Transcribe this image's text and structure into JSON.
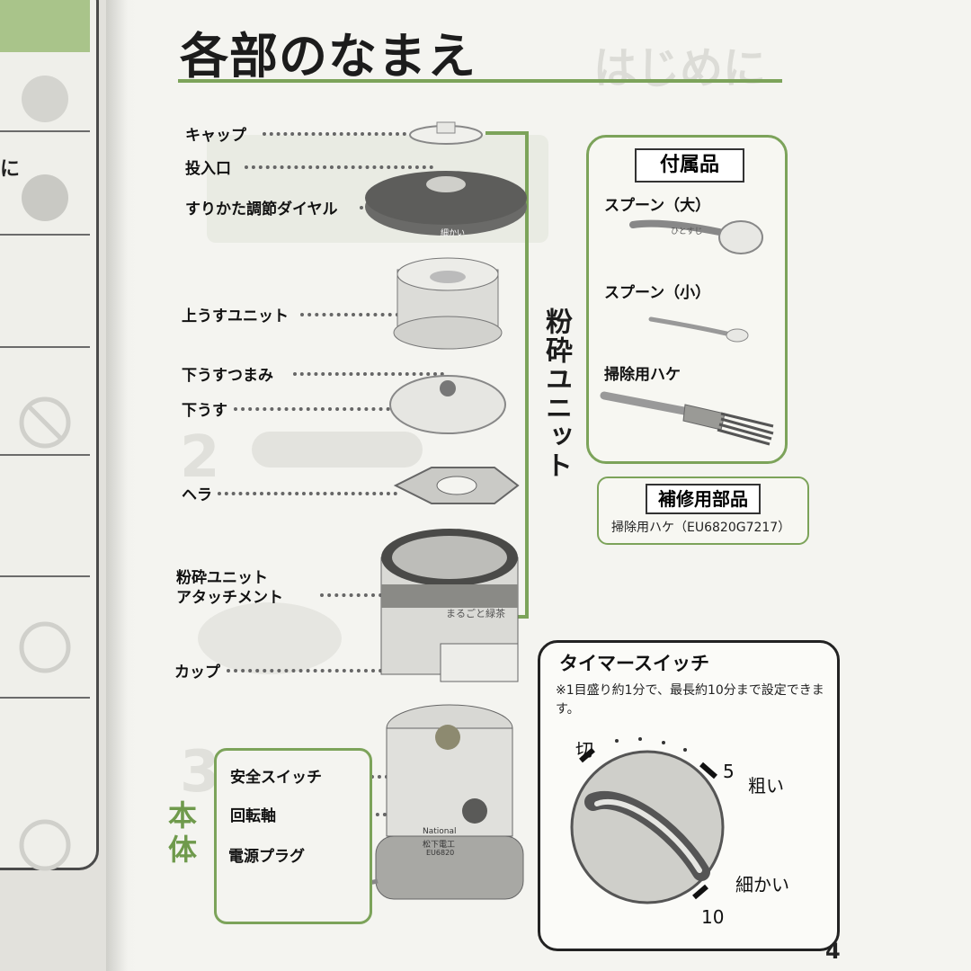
{
  "page": {
    "title": "各部のなまえ",
    "section_header": "はじめに",
    "page_number": "4"
  },
  "parts": {
    "cap": "キャップ",
    "inlet": "投入口",
    "grind_dial": "すりかた調節ダイヤル",
    "upper_stone": "上うすユニット",
    "lower_knob": "下うすつまみ",
    "lower_stone": "下うす",
    "spatula": "ヘラ",
    "attachment_line1": "粉砕ユニット",
    "attachment_line2": "アタッチメント",
    "cup": "カップ"
  },
  "grinding_unit_label": "粉砕ユニット",
  "body": {
    "label": "本体",
    "safety_switch": "安全スイッチ",
    "rotating_shaft": "回転軸",
    "power_plug": "電源プラグ"
  },
  "device_text": {
    "dial_label": "細かい",
    "brand": "National",
    "maker": "松下電工",
    "model": "EU6820",
    "logo": "まるごと緑茶"
  },
  "accessories": {
    "title": "付属品",
    "spoon_large": "スプーン（大）",
    "spoon_large_mark": "ひとすじ",
    "spoon_small": "スプーン（小）",
    "brush": "掃除用ハケ"
  },
  "repair_parts": {
    "title": "補修用部品",
    "item": "掃除用ハケ（EU6820G7217）"
  },
  "timer": {
    "title": "タイマースイッチ",
    "note": "※1目盛り約1分で、最長約10分まで設定できます。",
    "off": "切",
    "five": "5",
    "ten": "10",
    "coarse": "粗い",
    "fine": "細かい"
  },
  "colors": {
    "accent_green": "#7ca35a",
    "text": "#111111",
    "page_bg": "#f4f4f0"
  }
}
